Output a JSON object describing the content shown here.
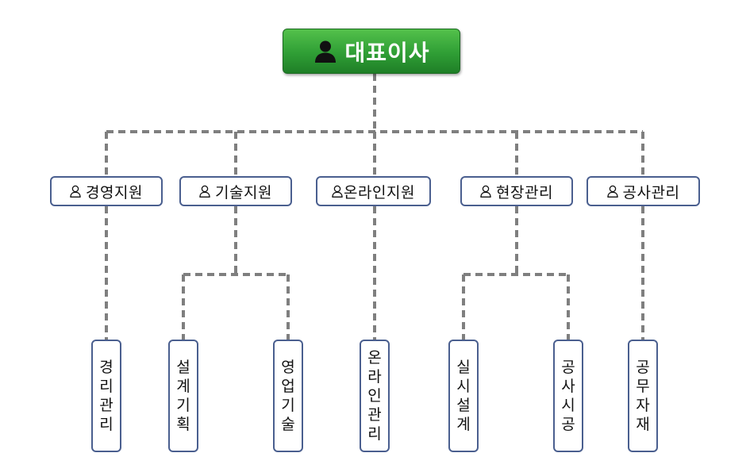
{
  "ceo": {
    "label": "대표이사",
    "icon": "person-icon"
  },
  "departments": [
    {
      "label": "경영지원",
      "icon": "person-outline-icon"
    },
    {
      "label": "기술지원",
      "icon": "person-outline-icon"
    },
    {
      "label": "온라인지원",
      "icon": "person-outline-icon"
    },
    {
      "label": "현장관리",
      "icon": "person-outline-icon"
    },
    {
      "label": "공사관리",
      "icon": "person-outline-icon"
    }
  ],
  "teams": [
    {
      "label": "경리관리",
      "parent": "경영지원"
    },
    {
      "label": "설계기획",
      "parent": "기술지원"
    },
    {
      "label": "영업기술",
      "parent": "기술지원"
    },
    {
      "label": "온라인관리",
      "parent": "온라인지원"
    },
    {
      "label": "실시설계",
      "parent": "현장관리"
    },
    {
      "label": "공사시공",
      "parent": "현장관리"
    },
    {
      "label": "공무자재",
      "parent": "공사관리"
    }
  ],
  "colors": {
    "ceo_fill": "#2f9e35",
    "node_border": "#4a5f8f",
    "connector": "#7f7f7f"
  }
}
